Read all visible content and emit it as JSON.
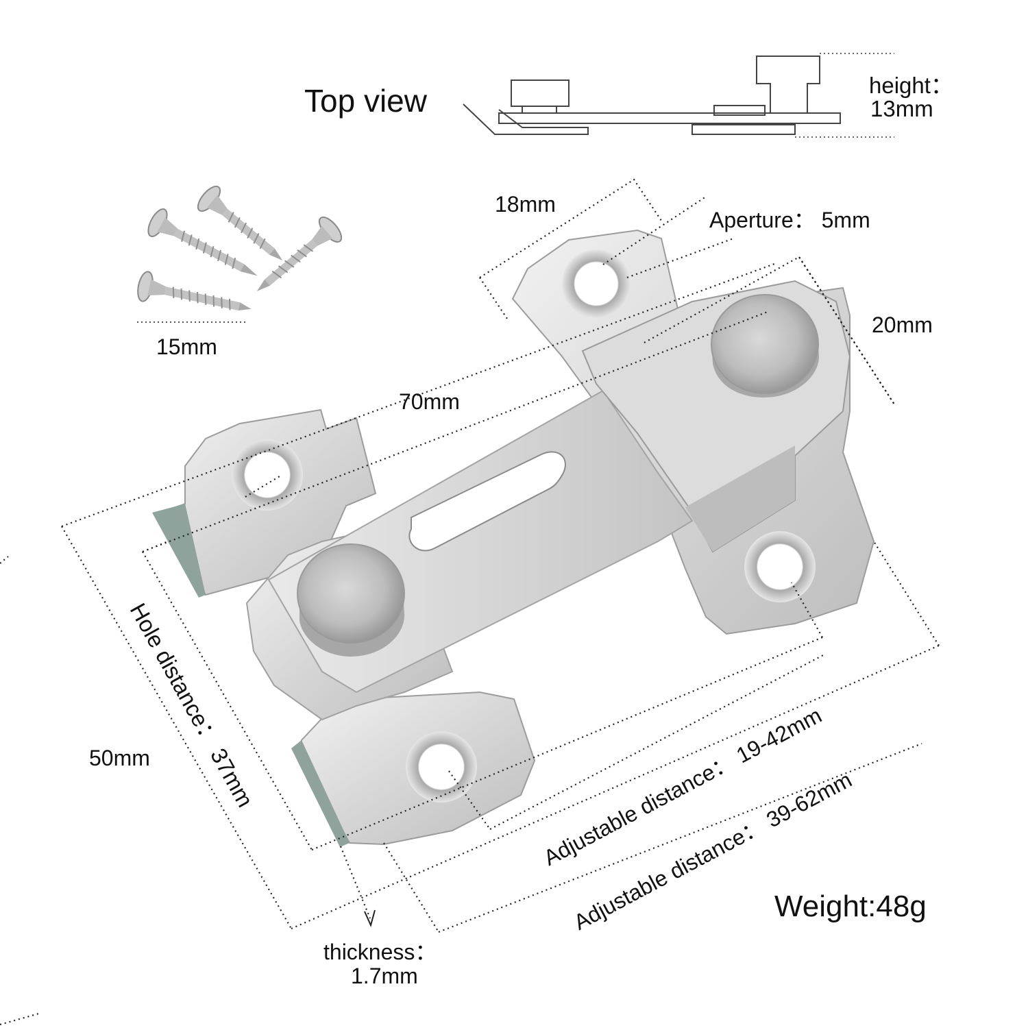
{
  "top_view": {
    "title": "Top view",
    "height_label": "height：",
    "height_value": "13mm"
  },
  "screws": {
    "length": "15mm"
  },
  "dimensions": {
    "width_top": "18mm",
    "aperture": "Aperture：  5mm",
    "right_width": "20mm",
    "length": "70mm",
    "left_height": "50mm",
    "hole_distance": "Hole distance：  37mm",
    "adjustable_1": "Adjustable distance：  19-42mm",
    "adjustable_2": "Adjustable distance：  39-62mm",
    "thickness_label": "thickness：",
    "thickness_value": "1.7mm"
  },
  "weight": "Weight:48g",
  "colors": {
    "steel_light": "#e4e4e4",
    "steel_mid": "#c9c9c9",
    "steel_dark": "#9a9a9a",
    "line": "#222222"
  }
}
